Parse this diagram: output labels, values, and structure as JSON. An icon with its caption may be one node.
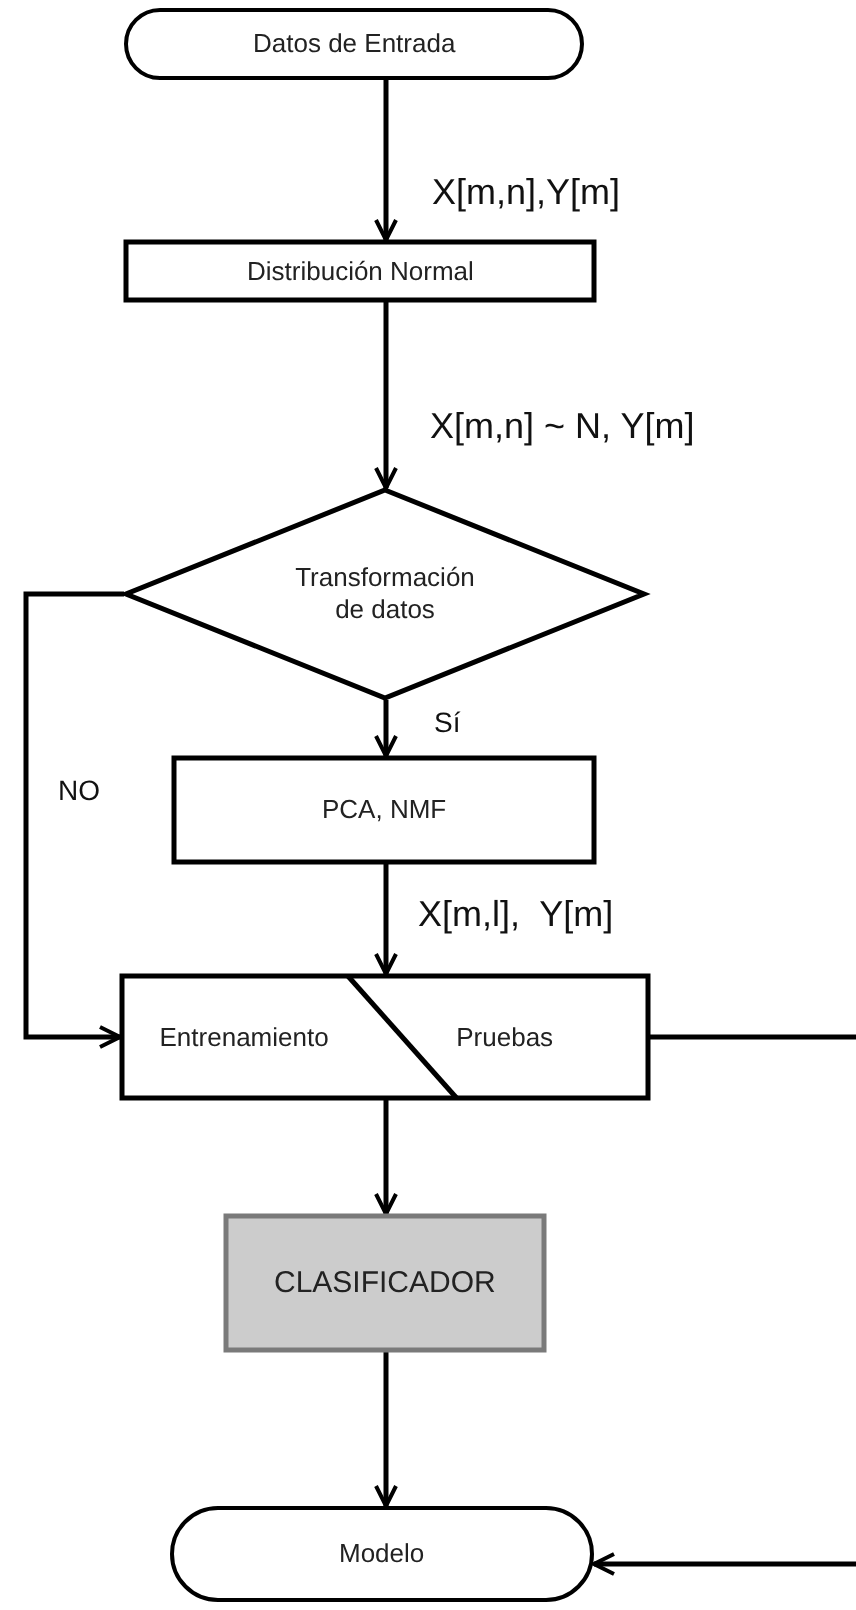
{
  "diagram": {
    "nodes": [
      {
        "text": [
          "Datos de Entrada"
        ]
      },
      {
        "text": [
          "Distribución Normal"
        ]
      },
      {
        "text": [
          "Transformación de datos"
        ]
      },
      {
        "text": [
          "PCA, NMF"
        ]
      },
      {
        "text": [
          "Entrenamiento",
          "Pruebas"
        ]
      },
      {
        "text": [
          "CLASIFICADOR"
        ]
      },
      {
        "text": [
          "Modelo"
        ]
      }
    ],
    "edges": [
      {
        "from": 0,
        "to": 1,
        "arrow": "to",
        "label": "X[m,n],Y[m]"
      },
      {
        "from": 1,
        "to": 2,
        "arrow": "to",
        "label": "X[m,n] ~ N, Y[m]"
      },
      {
        "from": 2,
        "to": 3,
        "arrow": "to",
        "label": "Sí"
      },
      {
        "from": 2,
        "to": 4,
        "arrow": "to",
        "label": "NO"
      },
      {
        "from": 3,
        "to": 4,
        "arrow": "to",
        "label": "X[m,l],  Y[m]"
      },
      {
        "from": 4,
        "to": 5,
        "arrow": "to"
      },
      {
        "from": 5,
        "to": 6,
        "arrow": "to"
      },
      {
        "from": 4,
        "to": null,
        "arrow": "none"
      },
      {
        "from": null,
        "to": 6,
        "arrow": "to"
      }
    ]
  }
}
